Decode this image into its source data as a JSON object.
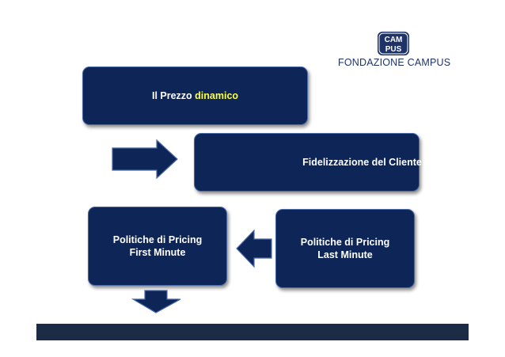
{
  "logo": {
    "mark_text": "CAMPUS",
    "name": "FONDAZIONE CAMPUS"
  },
  "diagram": {
    "box_prezzo": {
      "text_plain": "Il Prezzo ",
      "text_highlight": "dinamico"
    },
    "box_fidelizzazione": {
      "text": "Fidelizzazione del Cliente"
    },
    "box_first_minute": {
      "line1": "Politiche di Pricing",
      "line2": "First Minute"
    },
    "box_last_minute": {
      "line1": "Politiche di Pricing",
      "line2": "Last Minute"
    }
  },
  "colors": {
    "box_fill": "#0e2557",
    "box_border": "#4a6aa8",
    "highlight_text": "#ffff3c",
    "bottom_bar": "#1c2b46",
    "logo_blue": "#1e3468"
  }
}
